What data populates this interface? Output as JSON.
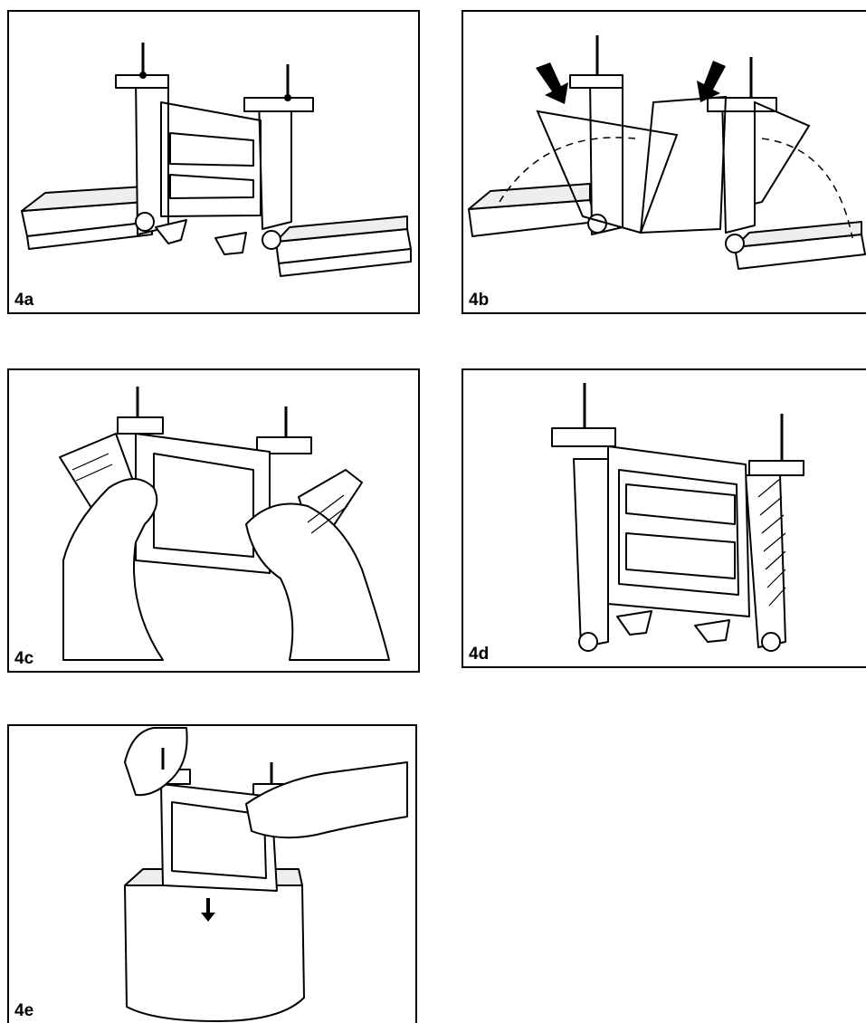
{
  "panels": {
    "p4a": {
      "label": "4a"
    },
    "p4b": {
      "label": "4b"
    },
    "p4c": {
      "label": "4c"
    },
    "p4d": {
      "label": "4d"
    },
    "p4e": {
      "label": "4e"
    }
  },
  "colors": {
    "line": "#000000",
    "fill": "#ffffff",
    "shade": "#bdbdbd",
    "dark": "#4a4a4a"
  }
}
